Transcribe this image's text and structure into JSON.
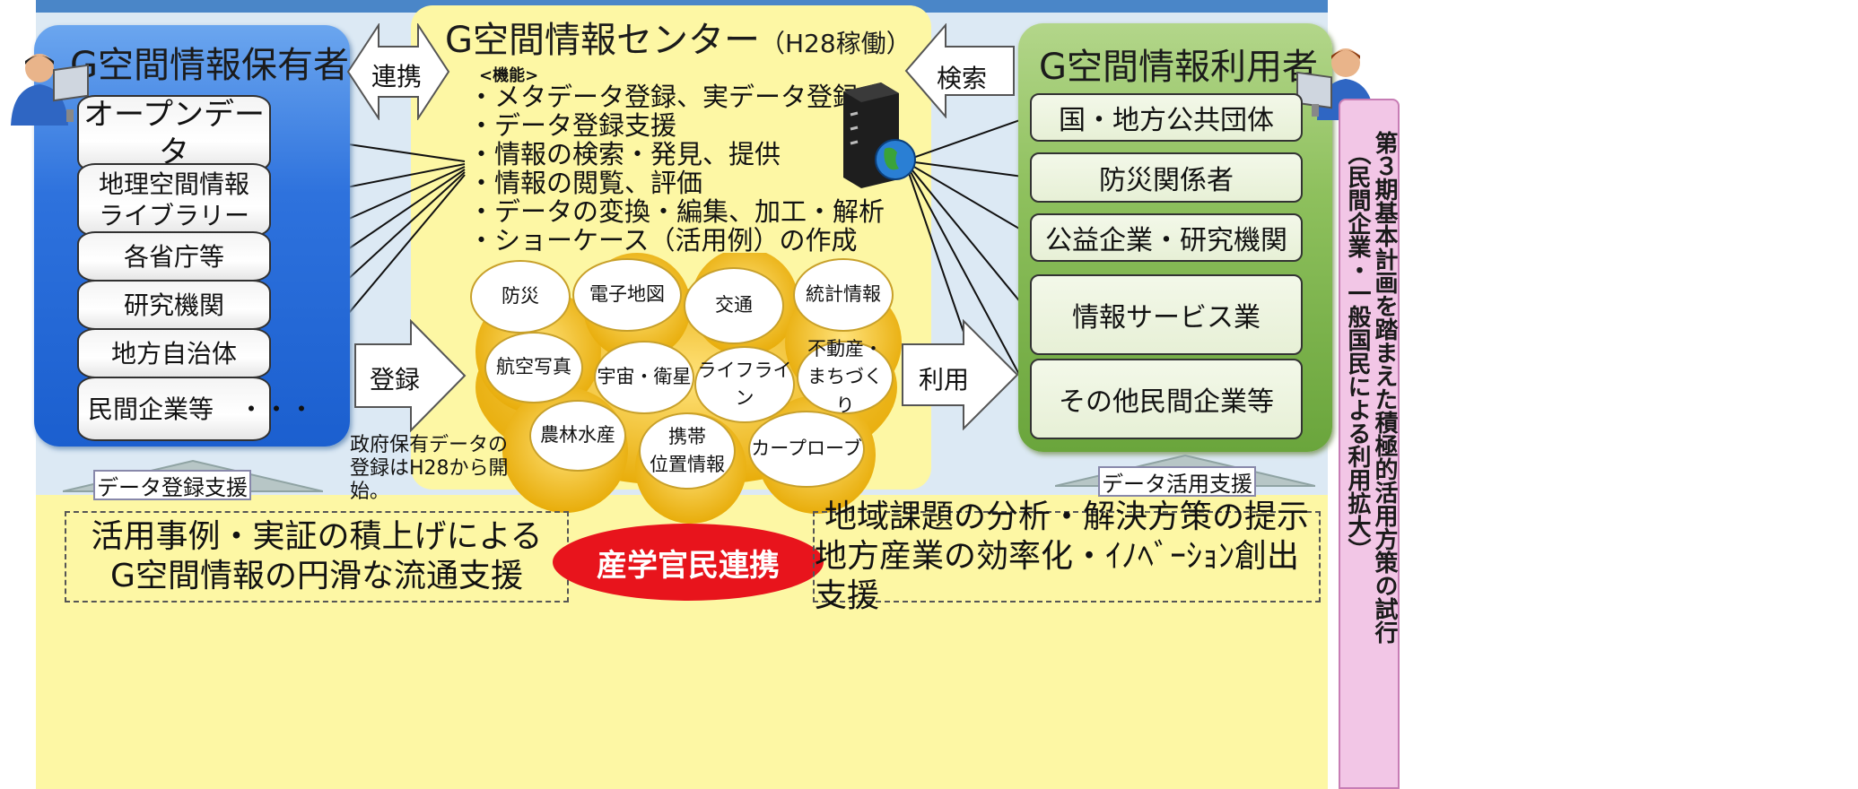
{
  "left": {
    "title": "G空間情報保有者",
    "items": [
      "オープンデータ",
      "地理空間情報\nライブラリー",
      "各省庁等",
      "研究機関",
      "地方自治体",
      "民間企業等　・・・"
    ]
  },
  "center": {
    "title": "G空間情報センター",
    "title_note": "（H28稼働）",
    "functions_header": "<機能>",
    "functions": [
      "・メタデータ登録、実データ登録",
      "・データ登録支援",
      "・情報の検索・発見、提供",
      "・情報の閲覧、評価",
      "・データの変換・編集、加工・解析",
      "・ショーケース（活用例）の作成"
    ],
    "categories": [
      "防災",
      "電子地図",
      "交通",
      "統計情報",
      "航空写真",
      "宇宙・衛星",
      "ライフライン",
      "不動産・\nまちづくり",
      "農林水産",
      "携帯\n位置情報",
      "カープローブ"
    ]
  },
  "right": {
    "title": "G空間情報利用者",
    "items": [
      "国・地方公共団体",
      "防災関係者",
      "公益企業・研究機関",
      "情報サービス業",
      "その他民間企業等"
    ]
  },
  "arrows": {
    "renkei": "連携",
    "kensaku": "検索",
    "touroku": "登録",
    "riyou": "利用"
  },
  "note": "政府保有データの\n登録はH28から開\n始。",
  "support": {
    "left": "データ登録支援",
    "right": "データ活用支援"
  },
  "bottom": {
    "left_line1": "活用事例・実証の積上げによる",
    "left_line2": "G空間情報の円滑な流通支援",
    "center": "産学官民連携",
    "right_line1": "地域課題の分析・解決方策の提示",
    "right_line2": "地方産業の効率化・ｲﾉﾍﾞｰｼｮﾝ創出支援"
  },
  "side_tag": {
    "col1": "第３期基本計画を踏まえた積極的活用方策の試行",
    "col2": "（民間企業・一般国民による利用拡大）"
  },
  "colors": {
    "holder_panel": "#2e72dd",
    "user_panel": "#8ec05d",
    "center_panel": "#fdf7a4",
    "partnership_oval": "#e8141c",
    "side_tag": "#f2c6e6"
  }
}
